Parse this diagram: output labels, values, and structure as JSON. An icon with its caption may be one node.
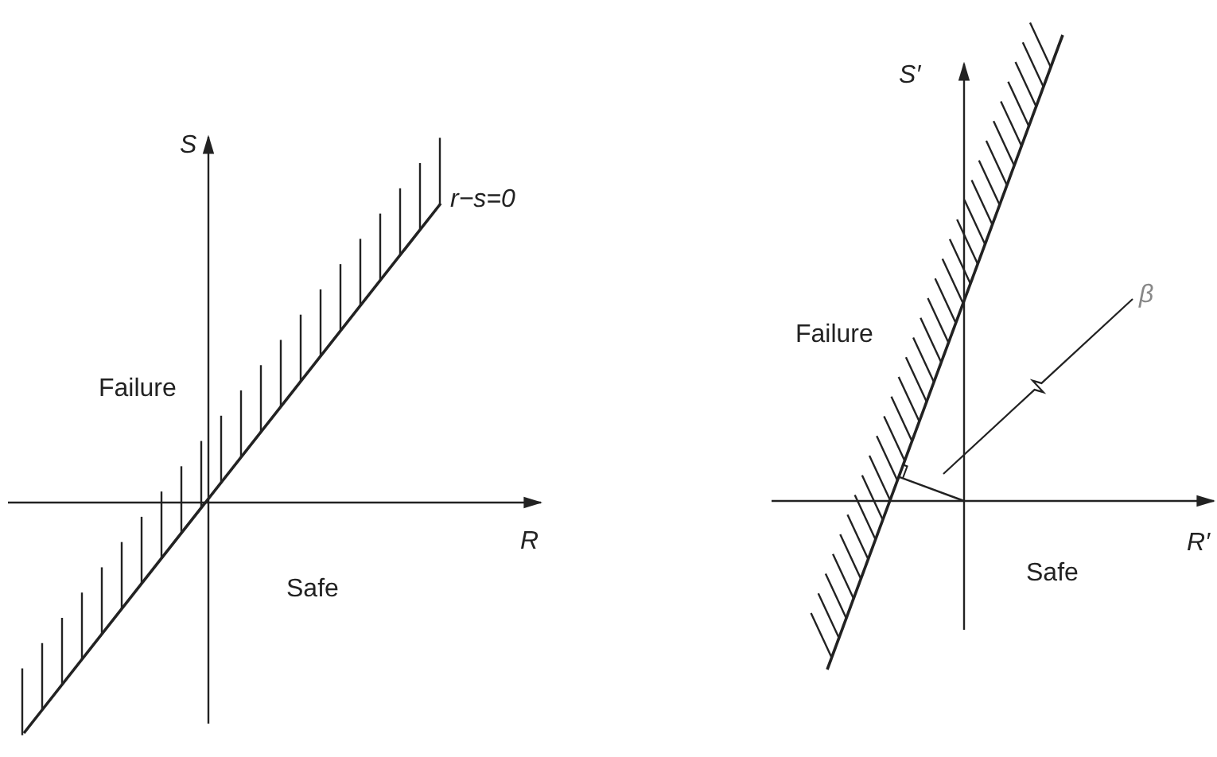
{
  "diagram": {
    "nodes": [
      {
        "text": [
          "β"
        ]
      },
      {
        "text": [],
        "shape": "line"
      }
    ],
    "edges": [
      {
        "from": 0,
        "to": 1,
        "arrow": "none"
      }
    ],
    "labels": [
      "S",
      "r−s=0",
      "Failure",
      "R",
      "Safe",
      "S′",
      "Failure",
      "R′",
      "Safe"
    ]
  }
}
